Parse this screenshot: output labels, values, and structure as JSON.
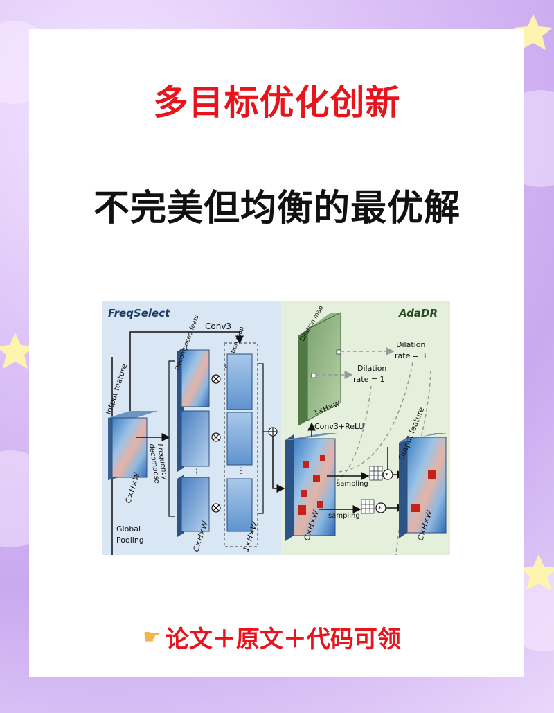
{
  "title_line1": "多目标优化创新",
  "title_line2": "不完美但均衡的最优解",
  "footer": {
    "icon": "pointing-hand-icon",
    "text": "论文＋原文＋代码可领"
  },
  "diagram": {
    "freq_title": "FreqSelect",
    "ada_title": "AdaDR",
    "conv3": "Conv3",
    "input_feature": "Intput feature",
    "input_dims": "C×H×W",
    "decomposed_feats": "Decomposed feats",
    "freq_decompose_1": "Frequency",
    "freq_decompose_2": "decompose",
    "selection_map": "Selection map",
    "decomp_dims": "C×H×W",
    "sel_dims": "1×H×W",
    "global_pooling_1": "Global",
    "global_pooling_2": "Pooling",
    "dilation_map": "Dilation map",
    "dil_dims": "1×H×W",
    "dilation3_1": "Dilation",
    "dilation3_2": "rate = 3",
    "dilation1_1": "Dilation",
    "dilation1_2": "rate = 1",
    "conv3_relu": "Conv3+ReLU",
    "sampling1": "sampling",
    "sampling2": "sampling",
    "mid_dims": "C×H×W",
    "output_feature": "Output feature",
    "out_dims": "C×H×W",
    "dots": "⋮",
    "colors": {
      "left_bg": "#d9e6f4",
      "right_bg": "#e5f0dc",
      "title_red": "#e8141c"
    }
  }
}
